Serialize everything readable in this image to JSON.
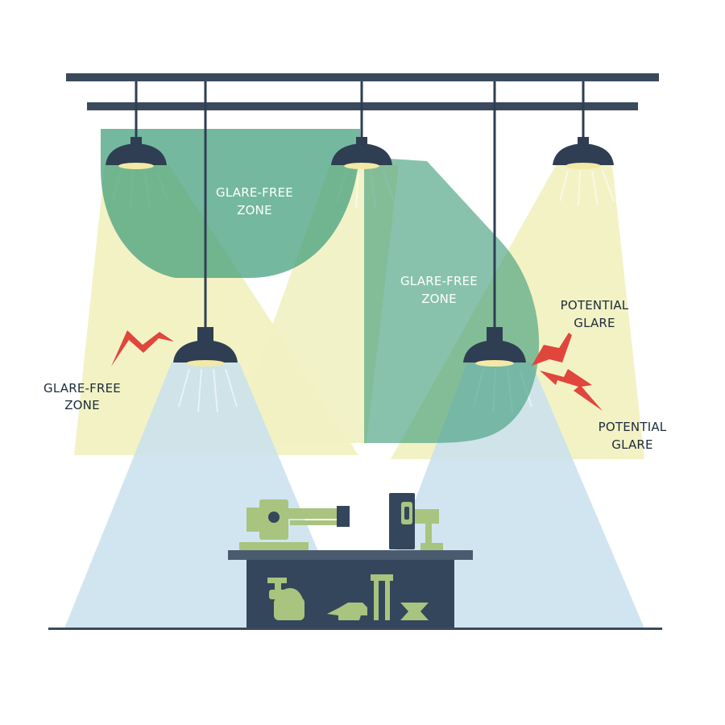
{
  "labels": {
    "zone_top": [
      "GLARE-FREE",
      "ZONE"
    ],
    "zone_center": [
      "GLARE-FREE",
      "ZONE"
    ],
    "zone_left": [
      "GLARE-FREE",
      "ZONE"
    ],
    "glare_right_upper": [
      "POTENTIAL",
      "GLARE"
    ],
    "glare_right_lower": [
      "POTENTIAL",
      "GLARE"
    ]
  },
  "colors": {
    "rail": "#3a4a5c",
    "lamp": "#2f3e52",
    "bulb": "#f3e9a6",
    "yellow_beam": "#f2f2c4",
    "blue_beam": "#c9e1ef",
    "green_zone": "#3f9d7a",
    "glare_bolt": "#e0463c",
    "bench": "#34465c",
    "machine": "#a8c47e",
    "label_on_green": "#ffffff",
    "label_on_white": "#1d2b3a"
  },
  "icons": [
    "lathe-icon",
    "drill-press-icon",
    "gas-cylinder-icon",
    "anvil-icon",
    "hammer-icon",
    "tongs-icon",
    "glare-bolt-icon",
    "pendant-lamp-icon"
  ]
}
